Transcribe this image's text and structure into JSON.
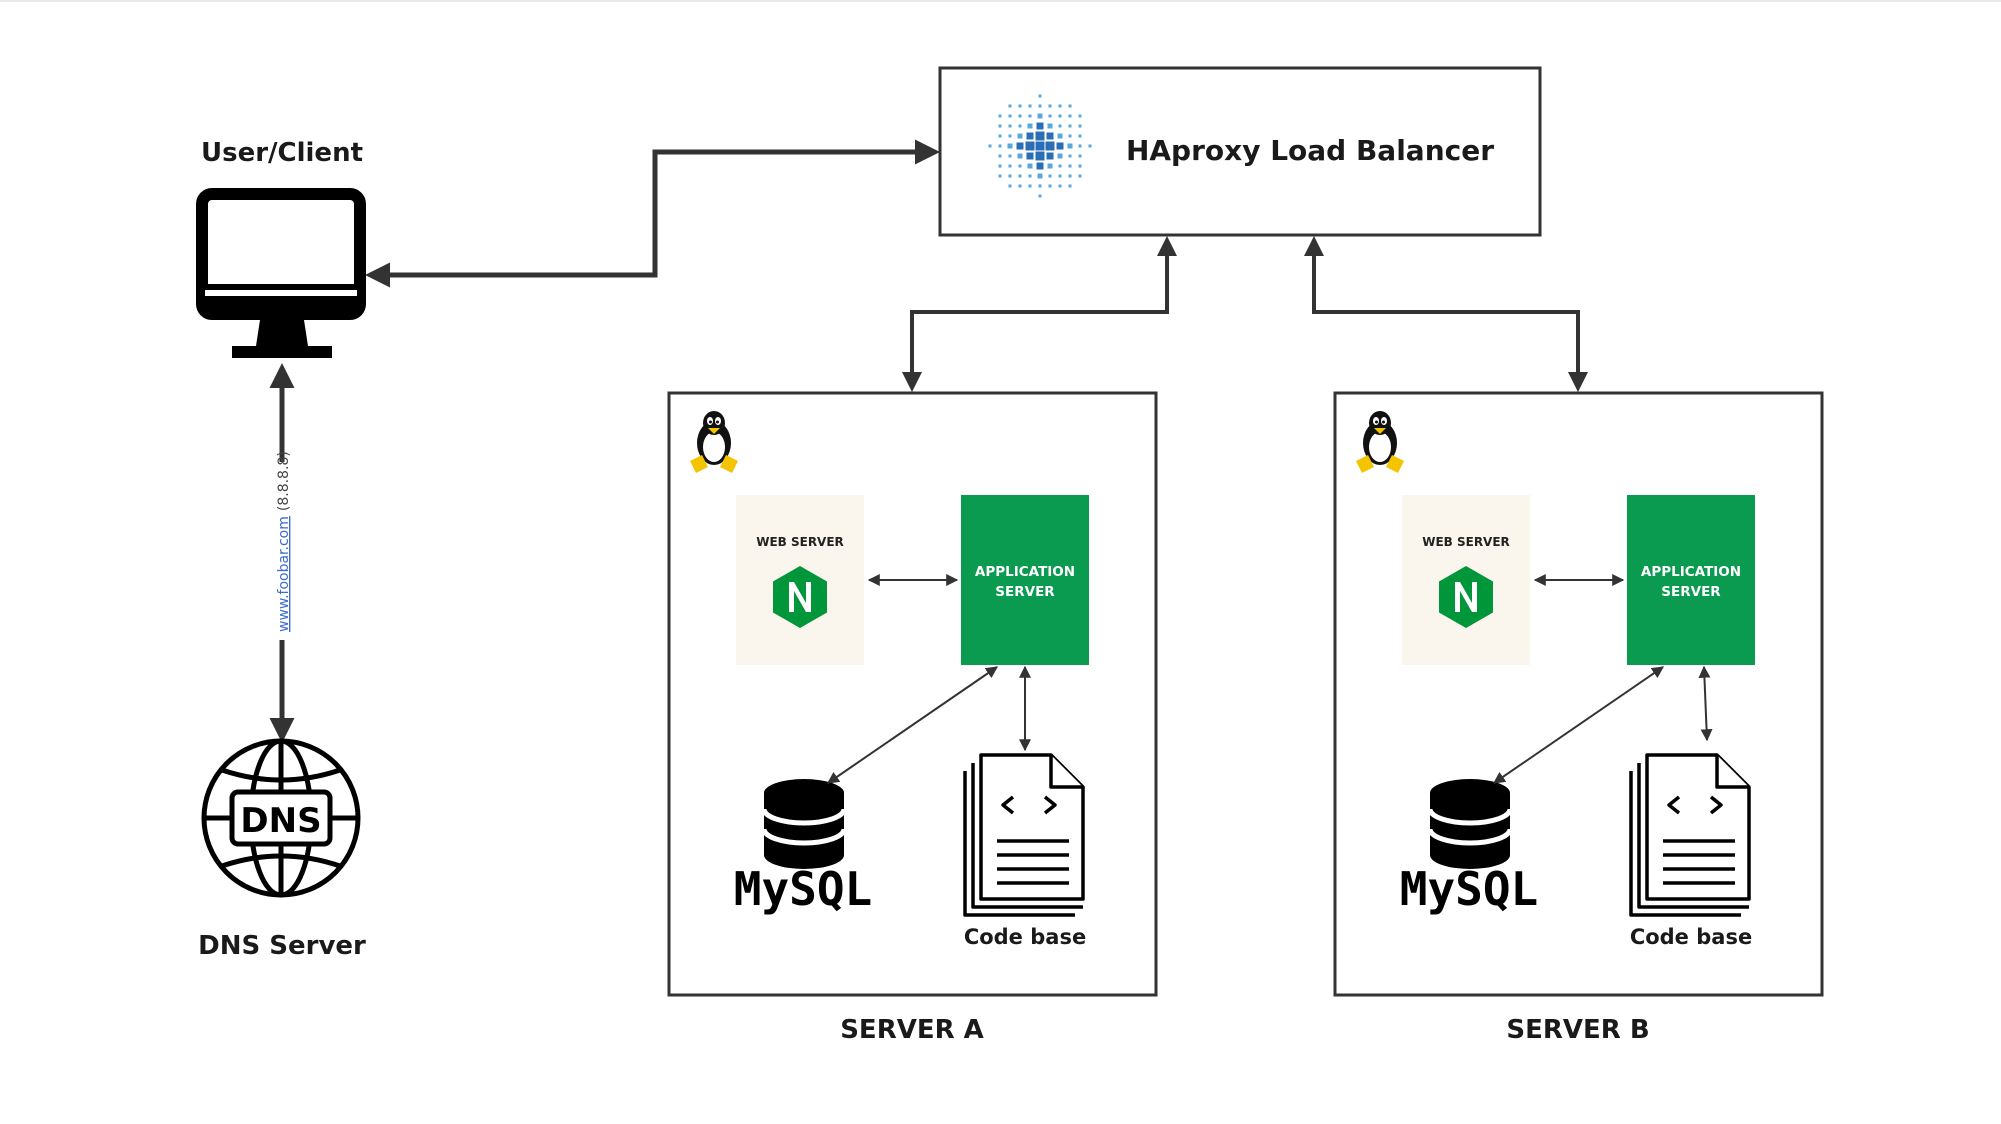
{
  "client": {
    "label": "User/Client"
  },
  "dns": {
    "label": "DNS Server",
    "badge": "DNS"
  },
  "dns_link": {
    "url": "www.foobar.com",
    "ip": "(8.8.8.8)"
  },
  "load_balancer": {
    "label": "HAproxy Load Balancer"
  },
  "servers": [
    {
      "label": "SERVER A",
      "web_server": "WEB SERVER",
      "app_server_line1": "APPLICATION",
      "app_server_line2": "SERVER",
      "db": "MySQL",
      "code": "Code base"
    },
    {
      "label": "SERVER B",
      "web_server": "WEB SERVER",
      "app_server_line1": "APPLICATION",
      "app_server_line2": "SERVER",
      "db": "MySQL",
      "code": "Code base"
    }
  ],
  "colors": {
    "nginx_green": "#009639",
    "app_green": "#0a9a50",
    "web_bg": "#faf6ee",
    "haproxy_blue": "#2a6fb5",
    "line": "#333333"
  }
}
